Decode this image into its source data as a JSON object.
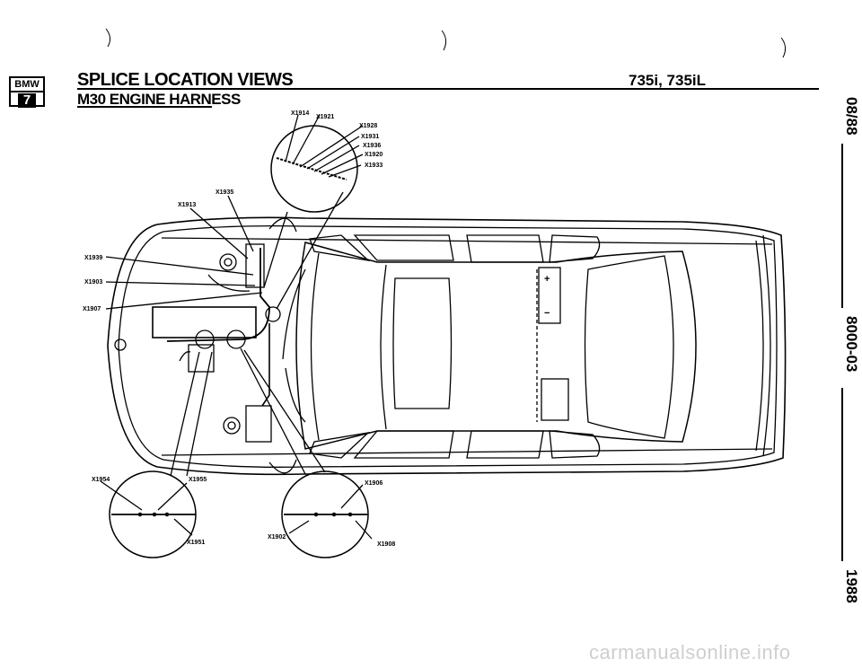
{
  "header": {
    "logo_top": "BMW",
    "logo_num": "7",
    "title": "SPLICE LOCATION VIEWS",
    "model": "735i, 735iL",
    "subtitle": "M30 ENGINE HARNESS"
  },
  "side": {
    "date": "08/88",
    "page_code": "8000-03",
    "year": "1988"
  },
  "labels": {
    "x1914": "X1914",
    "x1921": "X1921",
    "x1928": "X1928",
    "x1931": "X1931",
    "x1936": "X1936",
    "x1920": "X1920",
    "x1933": "X1933",
    "x1935": "X1935",
    "x1913": "X1913",
    "x1939": "X1939",
    "x1903": "X1903",
    "x1907": "X1907",
    "x1954": "X1954",
    "x1955": "X1955",
    "x1951": "X1951",
    "x1906": "X1906",
    "x1902": "X1902",
    "x1908": "X1908",
    "battery_plus": "+",
    "battery_minus": "−"
  },
  "watermark": "carmanualsonline.info"
}
